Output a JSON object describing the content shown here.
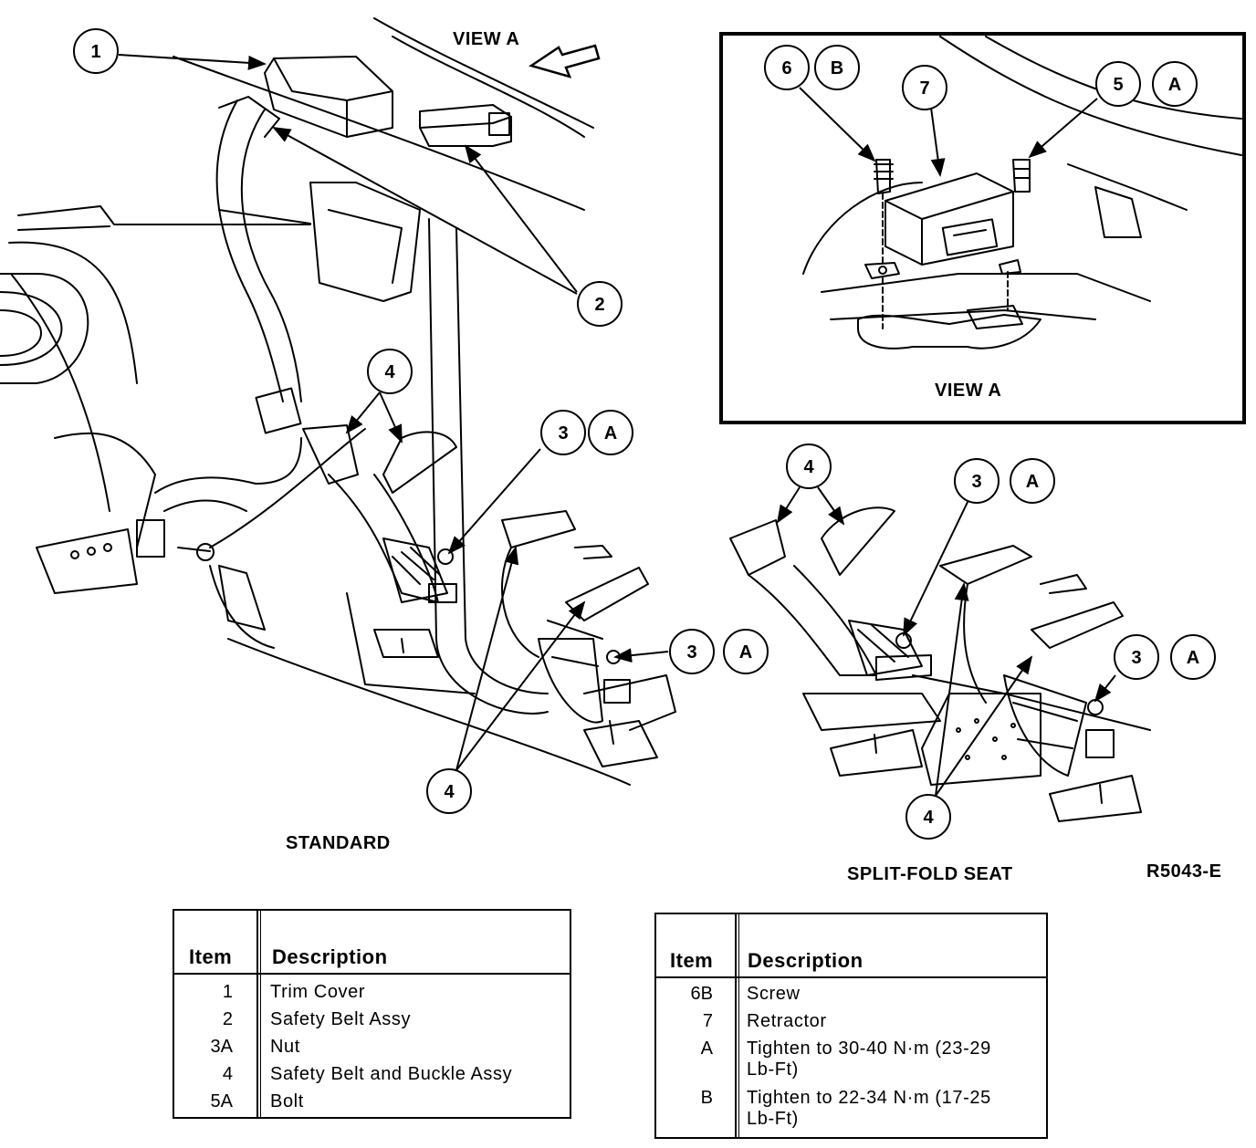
{
  "labels": {
    "view_a_top": "VIEW A",
    "view_a_inset": "VIEW A",
    "standard": "STANDARD",
    "split_fold": "SPLIT-FOLD SEAT",
    "figure_code": "R5043-E"
  },
  "callouts": [
    "1",
    "2",
    "3",
    "A",
    "4",
    "5",
    "6",
    "B",
    "7"
  ],
  "table_left": {
    "header_item": "Item",
    "header_desc": "Description",
    "rows": [
      {
        "item": "1",
        "desc": "Trim Cover"
      },
      {
        "item": "2",
        "desc": "Safety Belt Assy"
      },
      {
        "item": "3A",
        "desc": "Nut"
      },
      {
        "item": "4",
        "desc": "Safety Belt and Buckle Assy"
      },
      {
        "item": "5A",
        "desc": "Bolt"
      }
    ]
  },
  "table_right": {
    "header_item": "Item",
    "header_desc": "Description",
    "rows": [
      {
        "item": "6B",
        "desc": "Screw"
      },
      {
        "item": "7",
        "desc": "Retractor"
      },
      {
        "item": "A",
        "desc": "Tighten to 30-40 N·m (23-29\nLb-Ft)"
      },
      {
        "item": "B",
        "desc": "Tighten to 22-34 N·m (17-25\nLb-Ft)"
      }
    ]
  }
}
